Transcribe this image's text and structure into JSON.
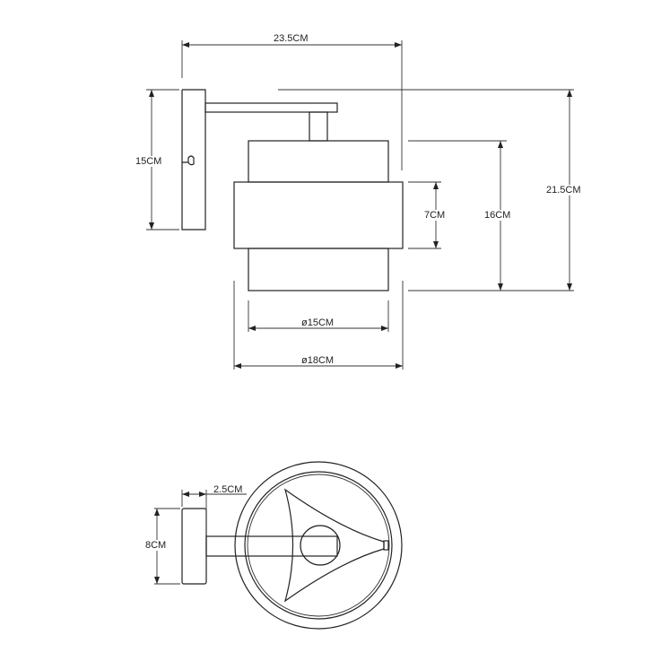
{
  "side_view": {
    "width_label": "23.5CM",
    "backplate_height_label": "15CM",
    "total_height_label": "21.5CM",
    "shade_height_label": "16CM",
    "band_height_label": "7CM",
    "inner_diameter_label": "ø15CM",
    "outer_diameter_label": "ø18CM"
  },
  "top_view": {
    "backplate_depth_label": "2.5CM",
    "backplate_width_label": "8CM"
  }
}
